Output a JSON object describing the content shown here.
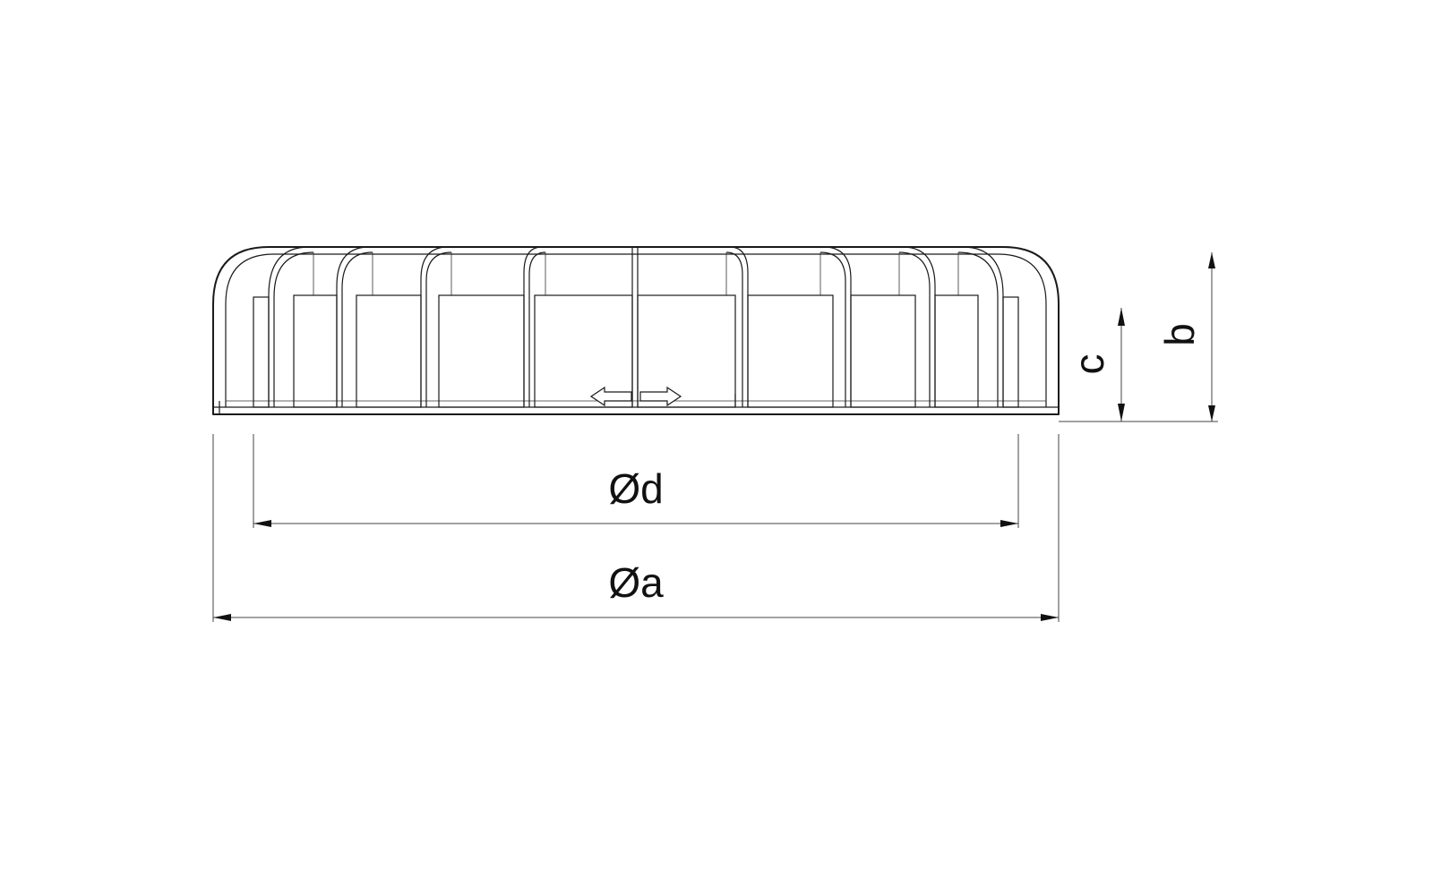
{
  "labels": {
    "outer_diameter": "Øa",
    "inner_diameter": "Ød",
    "height_b": "b",
    "height_c": "c"
  }
}
